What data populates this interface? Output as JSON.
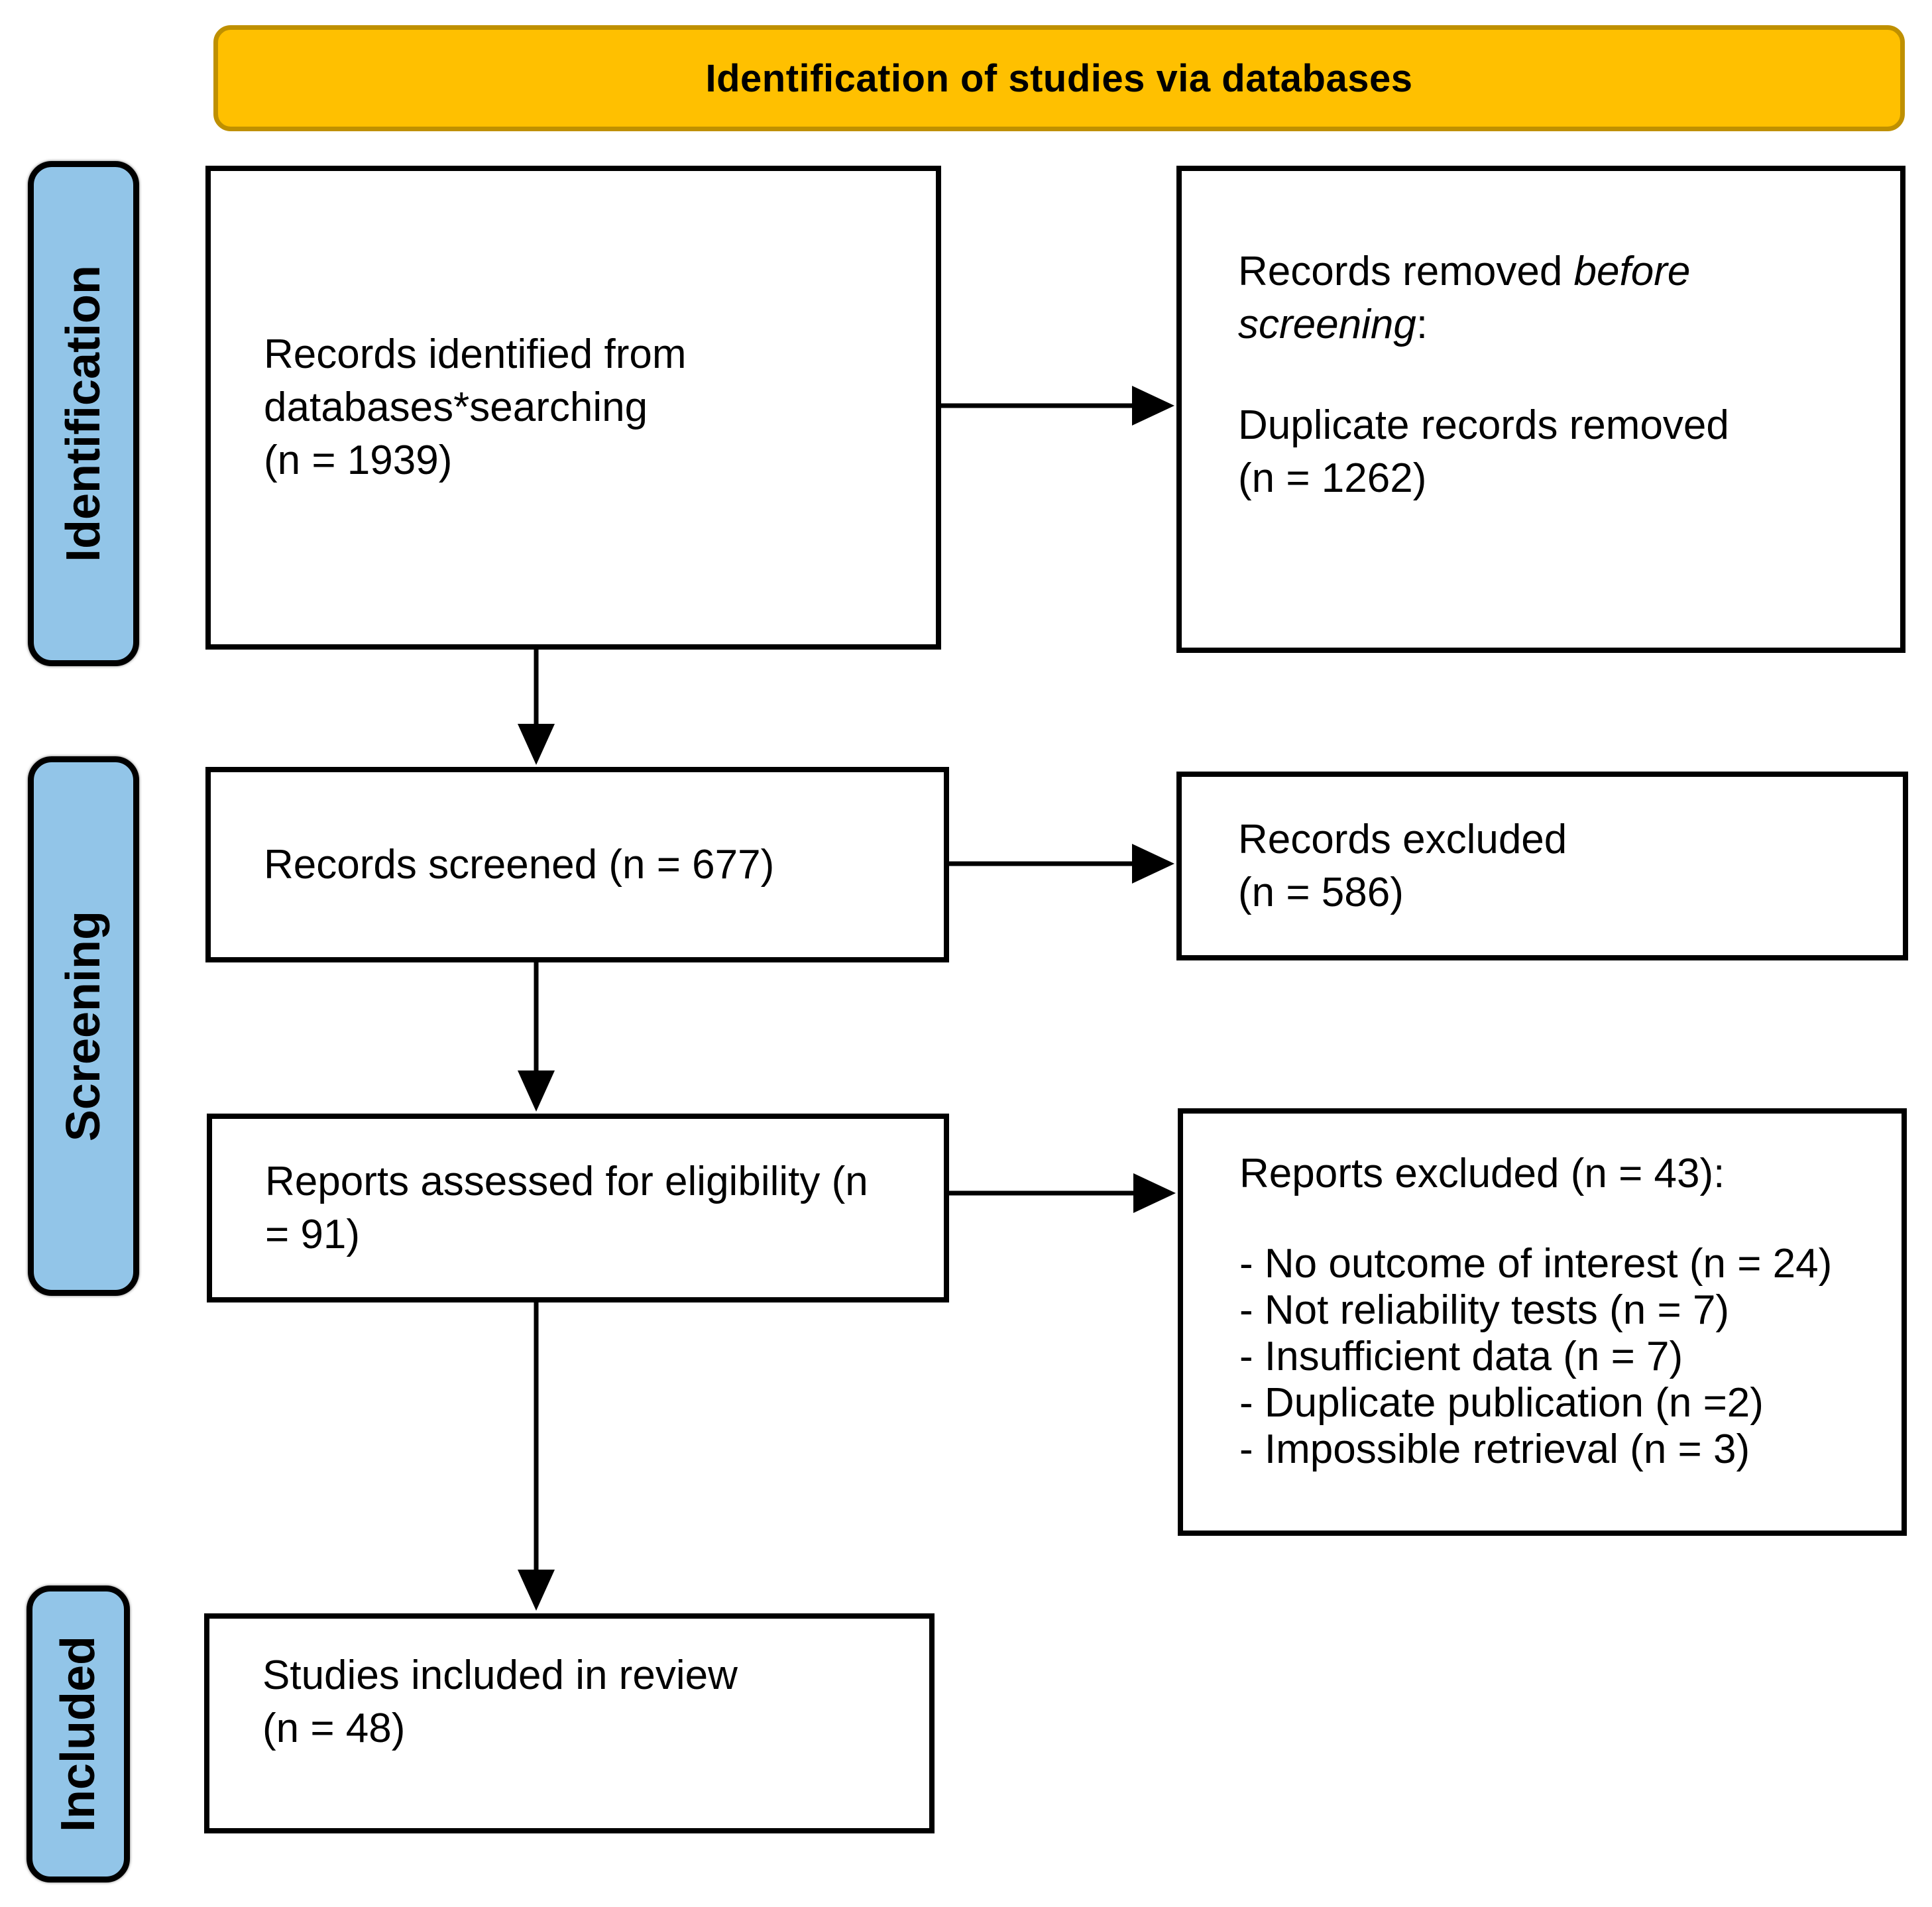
{
  "title_banner": {
    "label": "Identification of studies via databases"
  },
  "stage_labels": [
    {
      "label": "Identification"
    },
    {
      "label": "Screening"
    },
    {
      "label": "Included"
    }
  ],
  "boxes": {
    "records_identified": {
      "lines": [
        "Records identified from",
        "databases*searching",
        "(n = 1939)"
      ]
    },
    "records_removed": {
      "l1a": "Records removed ",
      "l1b": "before",
      "l2a": "screening",
      "l2b": ":",
      "l3": "Duplicate records removed",
      "l4": "(n = 1262)"
    },
    "records_screened": {
      "lines": [
        "Records screened (n = 677)"
      ]
    },
    "records_excluded": {
      "lines": [
        "Records excluded",
        "(n = 586)"
      ]
    },
    "reports_assessed": {
      "lines": [
        "Reports assessed for eligibility (n",
        "= 91)"
      ]
    },
    "reports_excluded": {
      "title": "Reports excluded (n = 43):",
      "reasons": [
        "- No outcome of interest (n = 24)",
        "- Not reliability tests (n = 7)",
        "- Insufficient data (n = 7)",
        "- Duplicate publication (n =2)",
        "- Impossible retrieval (n = 3)"
      ]
    },
    "studies_included": {
      "lines": [
        "Studies included in review",
        "(n = 48)"
      ]
    }
  },
  "colors": {
    "banner_fill": "#FFC000",
    "banner_border": "#BF9000",
    "stage_fill": "#92C5E8",
    "box_border": "#000000"
  }
}
